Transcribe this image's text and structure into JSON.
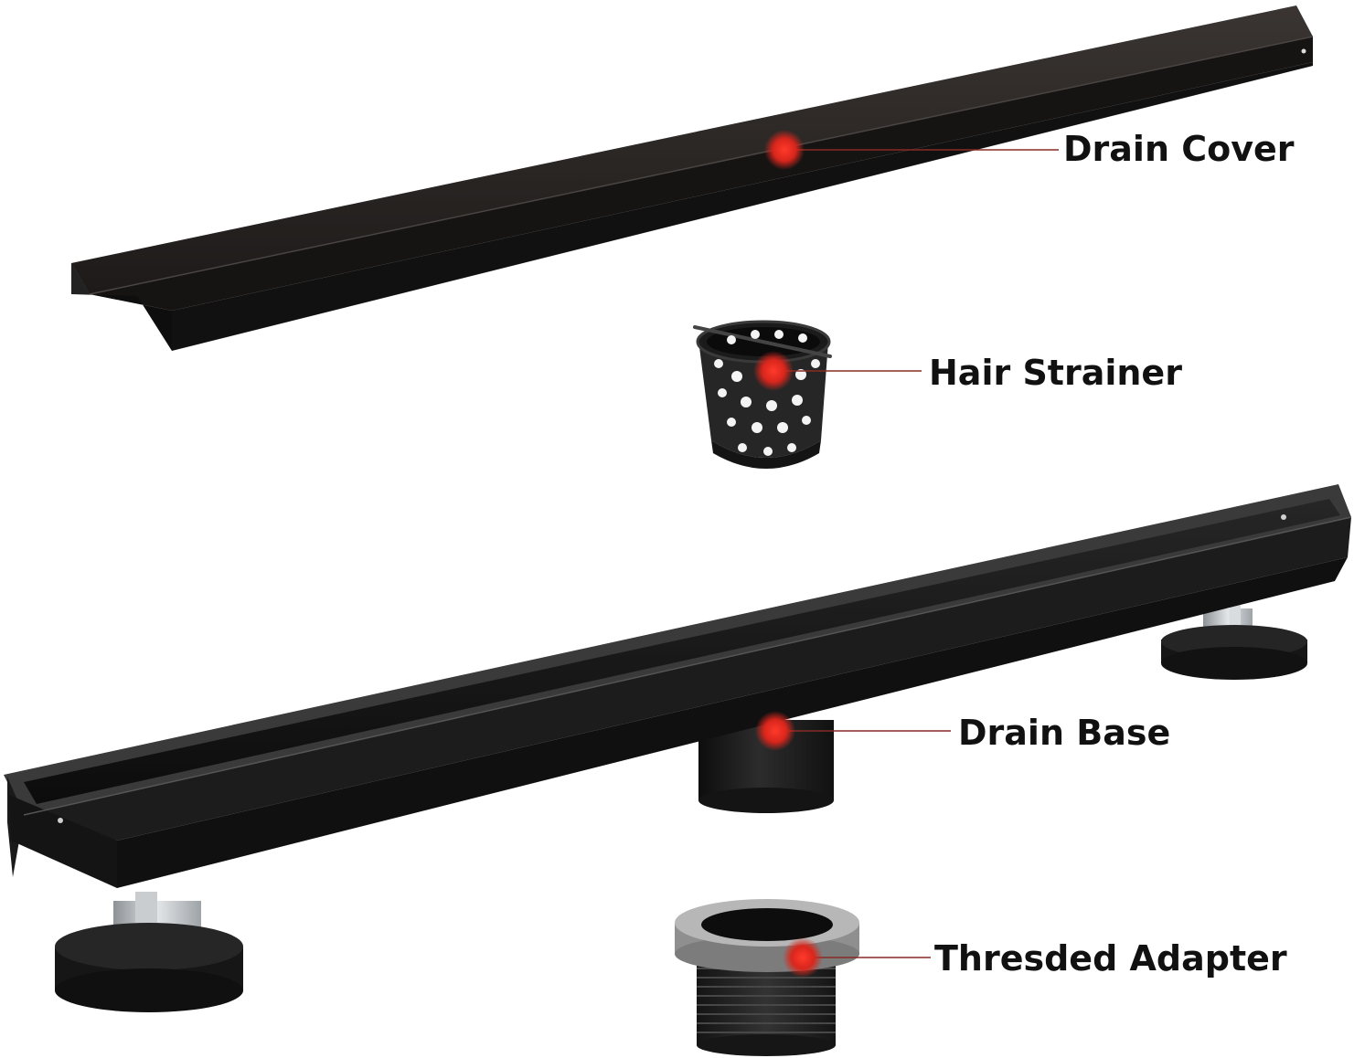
{
  "labels": {
    "drain_cover": "Drain Cover",
    "hair_strainer": "Hair Strainer",
    "drain_base": "Drain Base",
    "threaded_adapter": "Thresded Adapter"
  },
  "colors": {
    "product_black": "#1a1a1a",
    "marker_red": "#d9261c",
    "leader_line": "#8a2a24",
    "adapter_gray": "#9a9a9a",
    "hardware_silver": "#bfc3c6"
  }
}
